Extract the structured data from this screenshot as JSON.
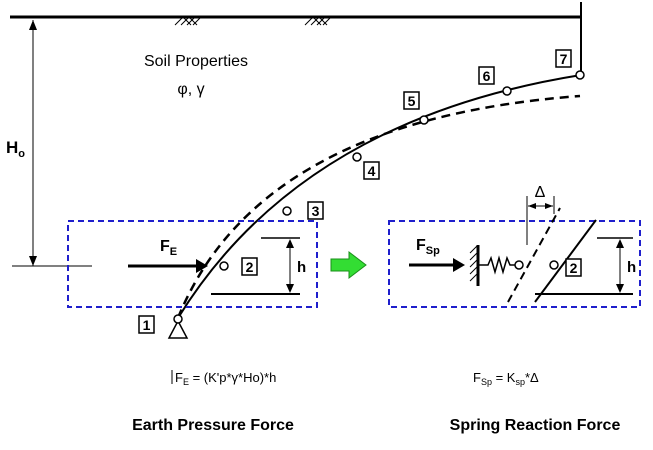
{
  "soil": {
    "title": "Soil Properties",
    "params": "φ, γ"
  },
  "height_label": {
    "main": "H",
    "sub": "o"
  },
  "nodes": [
    "1",
    "2",
    "3",
    "4",
    "5",
    "6",
    "7"
  ],
  "left_box": {
    "force_main": "F",
    "force_sub": "E",
    "node_label": "2",
    "h_label": "h"
  },
  "right_box": {
    "force_main": "F",
    "force_sub": "Sp",
    "node_label": "2",
    "h_label": "h",
    "delta_label": "Δ"
  },
  "formulas": {
    "earth": {
      "lhs_main": "F",
      "lhs_sub": "E",
      "rhs": " = (K'p*γ*Ho)*h"
    },
    "spring": {
      "lhs_main": "F",
      "lhs_sub": "Sp",
      "rhs": " = K",
      "rhs_sub": "sp",
      "tail": "*Δ"
    }
  },
  "captions": {
    "left": "Earth Pressure Force",
    "right": "Spring Reaction Force"
  },
  "colors": {
    "box_dash": "#1f1fcc",
    "arrow_green": "#33dd33"
  }
}
